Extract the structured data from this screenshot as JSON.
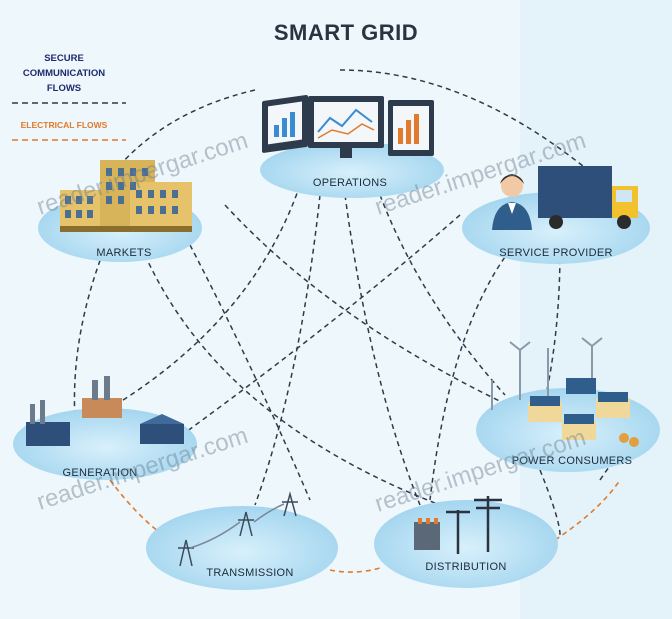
{
  "title": "SMART GRID",
  "legend": {
    "secure_line1": "SECURE",
    "secure_line2": "COMMUNICATION",
    "secure_line3": "FLOWS",
    "electrical": "ELECTRICAL FLOWS"
  },
  "nodes": {
    "operations": "OPERATIONS",
    "markets": "MARKETS",
    "service_provider": "SERVICE PROVIDER",
    "generation": "GENERATION",
    "power_consumers": "POWER CONSUMERS",
    "transmission": "TRANSMISSION",
    "distribution": "DISTRIBUTION"
  },
  "watermark": "reader.impergar.com",
  "colors": {
    "node_fill": "#bfe3f6",
    "node_fill_dark": "#9dd2ee",
    "comm_line": "#2f3a4a",
    "electric_line": "#e07a2c",
    "legend_blue": "#1f2a6b"
  }
}
